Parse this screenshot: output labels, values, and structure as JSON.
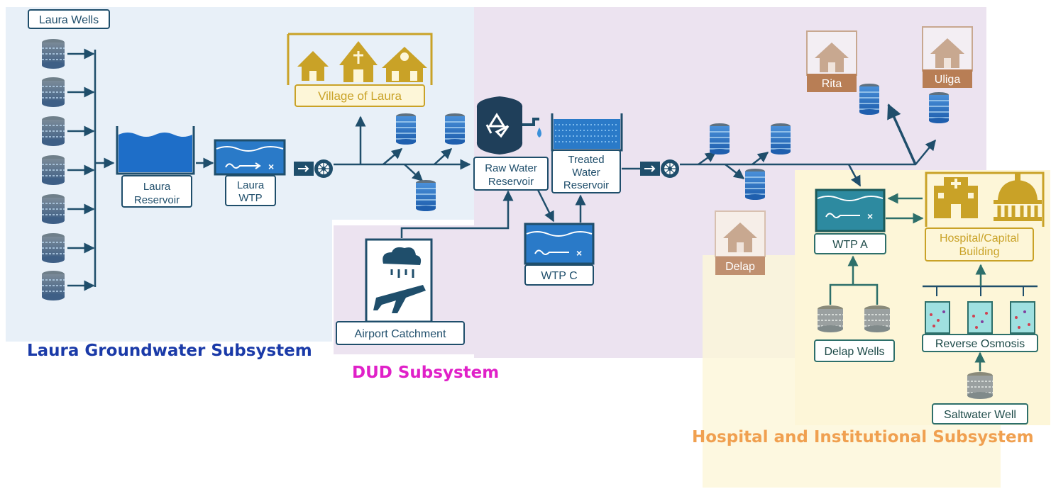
{
  "labels": {
    "laura_wells": "Laura Wells",
    "village_of_laura": "Village of Laura",
    "laura_reservoir_l1": "Laura",
    "laura_reservoir_l2": "Reservoir",
    "laura_wtp_l1": "Laura",
    "laura_wtp_l2": "WTP",
    "raw_water_l1": "Raw Water",
    "raw_water_l2": "Reservoir",
    "treated_l1": "Treated",
    "treated_l2": "Water",
    "treated_l3": "Reservoir",
    "wtp_c": "WTP C",
    "airport_catchment": "Airport Catchment",
    "rita": "Rita",
    "uliga": "Uliga",
    "delap": "Delap",
    "wtp_a": "WTP A",
    "hospital_l1": "Hospital/Capital",
    "hospital_l2": "Building",
    "delap_wells": "Delap Wells",
    "reverse_osmosis": "Reverse Osmosis",
    "saltwater_well": "Saltwater Well"
  },
  "subsystems": {
    "laura": "Laura Groundwater Subsystem",
    "dud": "DUD Subsystem",
    "hospital": "Hospital and Institutional Subsystem"
  },
  "colors": {
    "laura_bg": "#e8f0f8",
    "dud_bg": "#ece3f0",
    "hospital_bg": "#fdf6d8",
    "navy": "#1f4e6b",
    "teal": "#2d6f6a",
    "gold": "#c9a227",
    "tan": "#c09070",
    "laura_title": "#1a3aa8",
    "dud_title": "#e020c8",
    "hospital_title": "#f0a050"
  }
}
